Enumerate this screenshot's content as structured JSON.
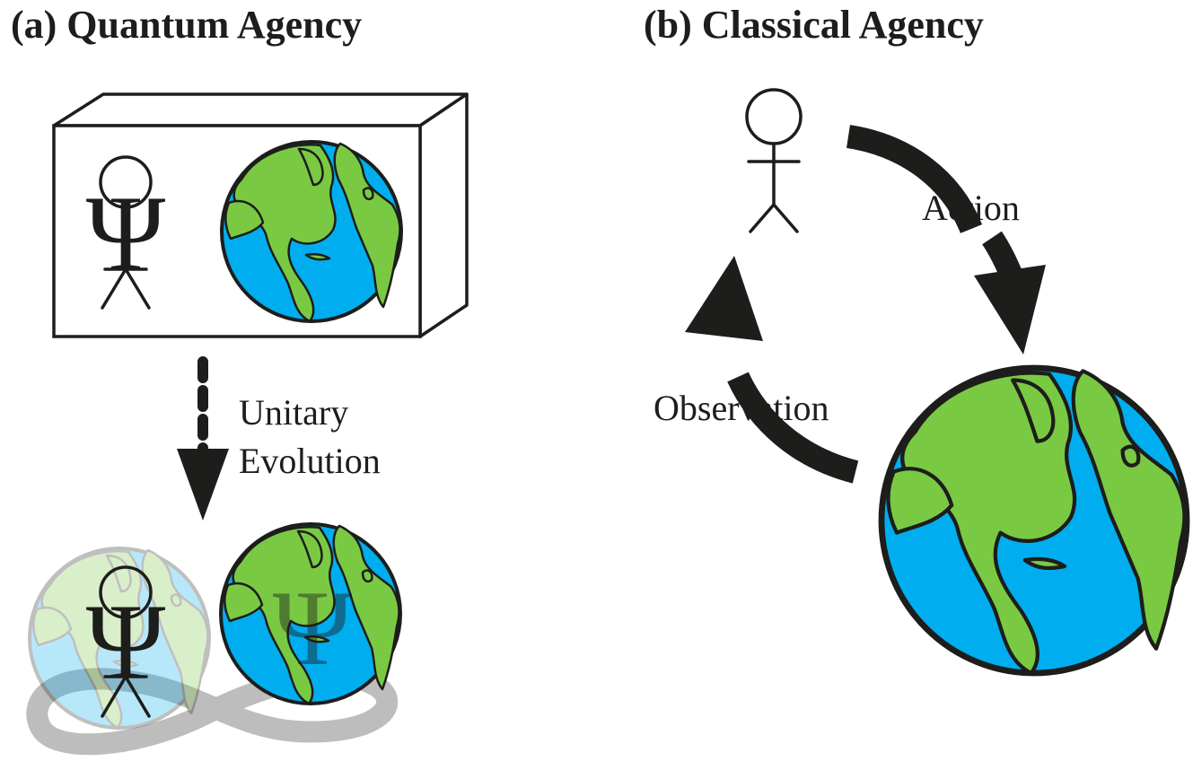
{
  "panel_a": {
    "title": "(a) Quantum Agency",
    "psi_symbol": "Ψ",
    "arrow_label_line1": "Unitary",
    "arrow_label_line2": "Evolution"
  },
  "panel_b": {
    "title": "(b) Classical Agency",
    "action_label": "Action",
    "observation_label": "Observation"
  },
  "colors": {
    "ocean": "#00aeef",
    "land": "#7ac943",
    "ink": "#1d1d1b",
    "entangle_gray": "#bdbdbd"
  }
}
